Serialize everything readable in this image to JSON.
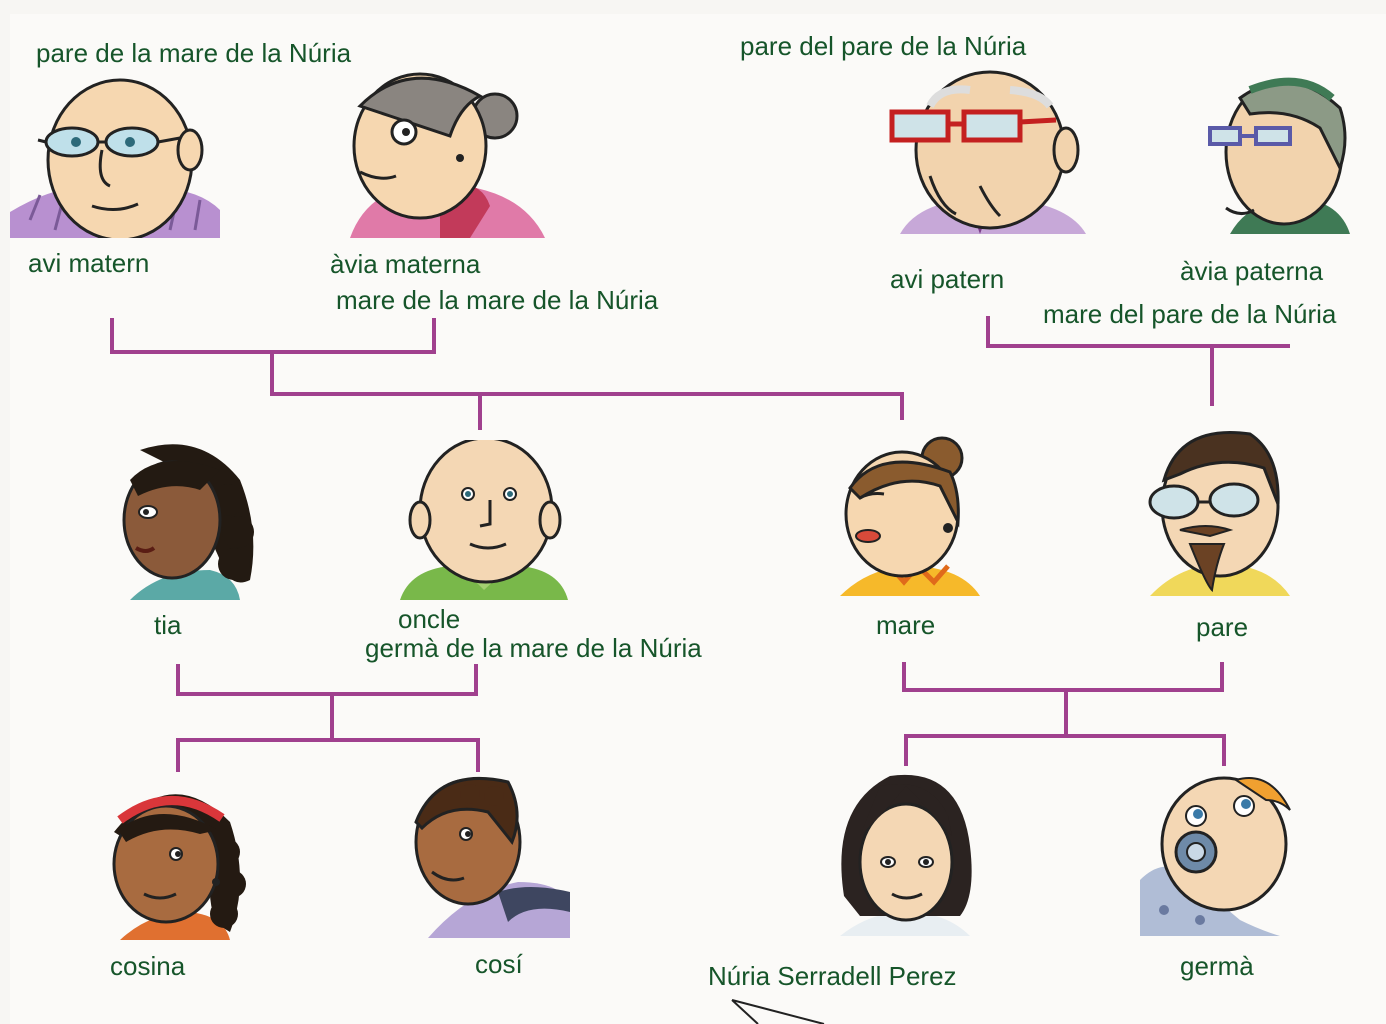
{
  "accent_color": "#a0408e",
  "label_color": "#16552a",
  "descriptions": {
    "maternal_grandfather": "pare de la mare de la Núria",
    "maternal_grandmother": "mare de la mare de la Núria",
    "paternal_grandfather": "pare del pare de la Núria",
    "paternal_grandmother": "mare del pare de la Núria",
    "uncle": "germà de la mare de la Núria"
  },
  "members": {
    "maternal_grandfather": {
      "label": "avi matern",
      "icon": "bald-grandfather-glasses-portrait"
    },
    "maternal_grandmother": {
      "label": "àvia  materna",
      "icon": "grandmother-bun-portrait"
    },
    "paternal_grandfather": {
      "label": "avi patern",
      "icon": "grandfather-red-glasses-portrait"
    },
    "paternal_grandmother": {
      "label": "àvia  paterna",
      "icon": "grandmother-headband-portrait"
    },
    "aunt": {
      "label": "tia",
      "icon": "curly-hair-woman-portrait"
    },
    "uncle": {
      "label": "oncle",
      "icon": "bald-man-portrait"
    },
    "mother": {
      "label": "mare",
      "icon": "woman-bun-portrait"
    },
    "father": {
      "label": "pare",
      "icon": "man-glasses-goatee-portrait"
    },
    "female_cousin": {
      "label": "cosina",
      "icon": "girl-headband-portrait"
    },
    "male_cousin": {
      "label": "cosí",
      "icon": "boy-curly-hair-portrait"
    },
    "nuria": {
      "label": "Núria Serradell Perez",
      "icon": "girl-dark-hair-portrait"
    },
    "brother": {
      "label": "germà",
      "icon": "baby-pacifier-portrait"
    }
  }
}
